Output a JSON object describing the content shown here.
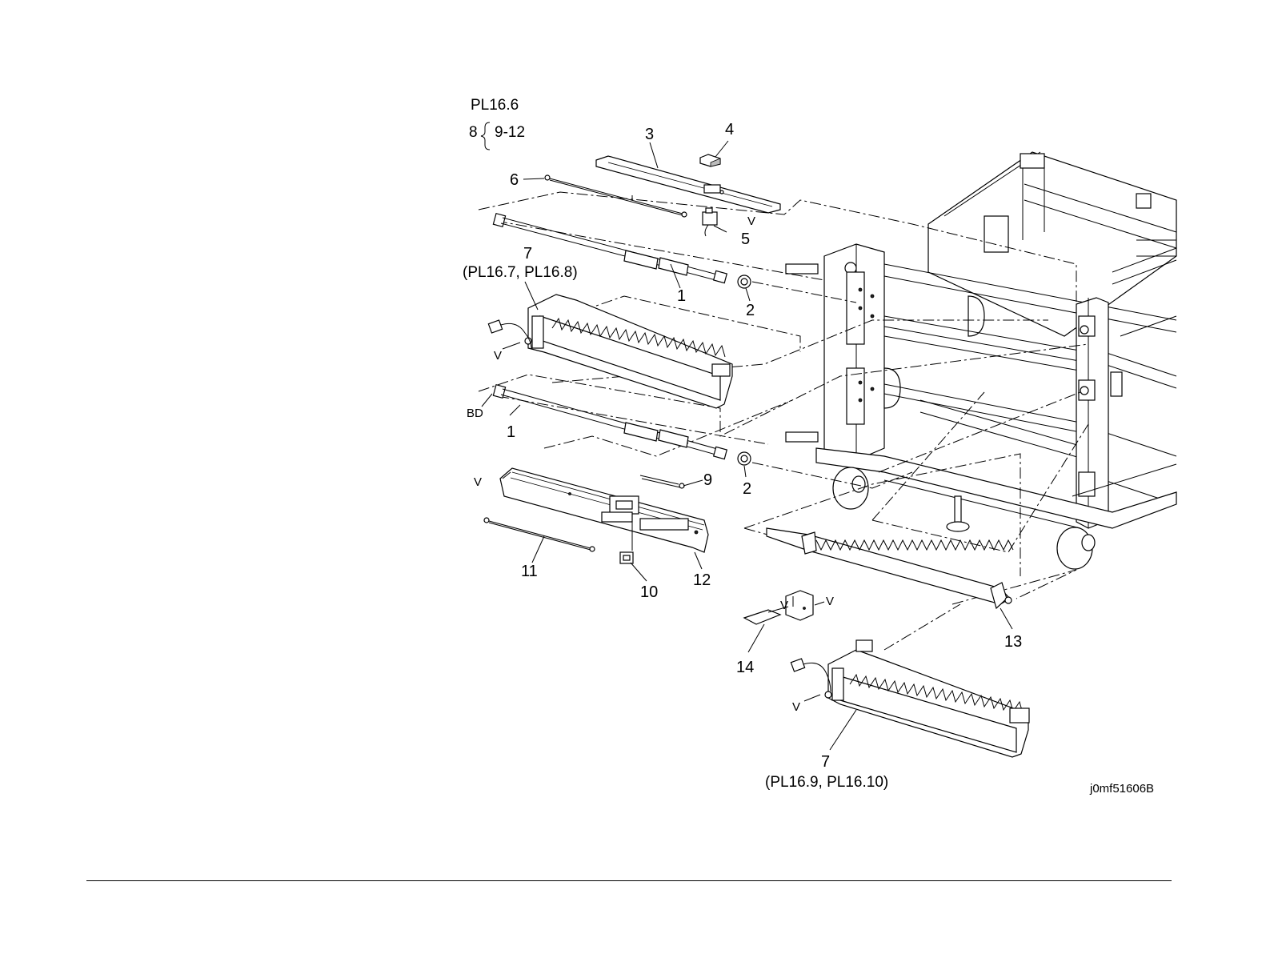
{
  "header": {
    "plate": "PL16.6",
    "group_index": "8",
    "group_range": "9-12"
  },
  "callouts": {
    "c1a": "1",
    "c1b": "1",
    "c2a": "2",
    "c2b": "2",
    "c3": "3",
    "c4": "4",
    "c5": "5",
    "c6": "6",
    "c7a": "7",
    "c7a_ref": "(PL16.7, PL16.8)",
    "c7b": "7",
    "c7b_ref": "(PL16.9, PL16.10)",
    "c9": "9",
    "c10": "10",
    "c11": "11",
    "c12": "12",
    "c13": "13",
    "c14": "14"
  },
  "markers": {
    "v": "V",
    "bd": "BD"
  },
  "figure_id": "j0mf51606B"
}
